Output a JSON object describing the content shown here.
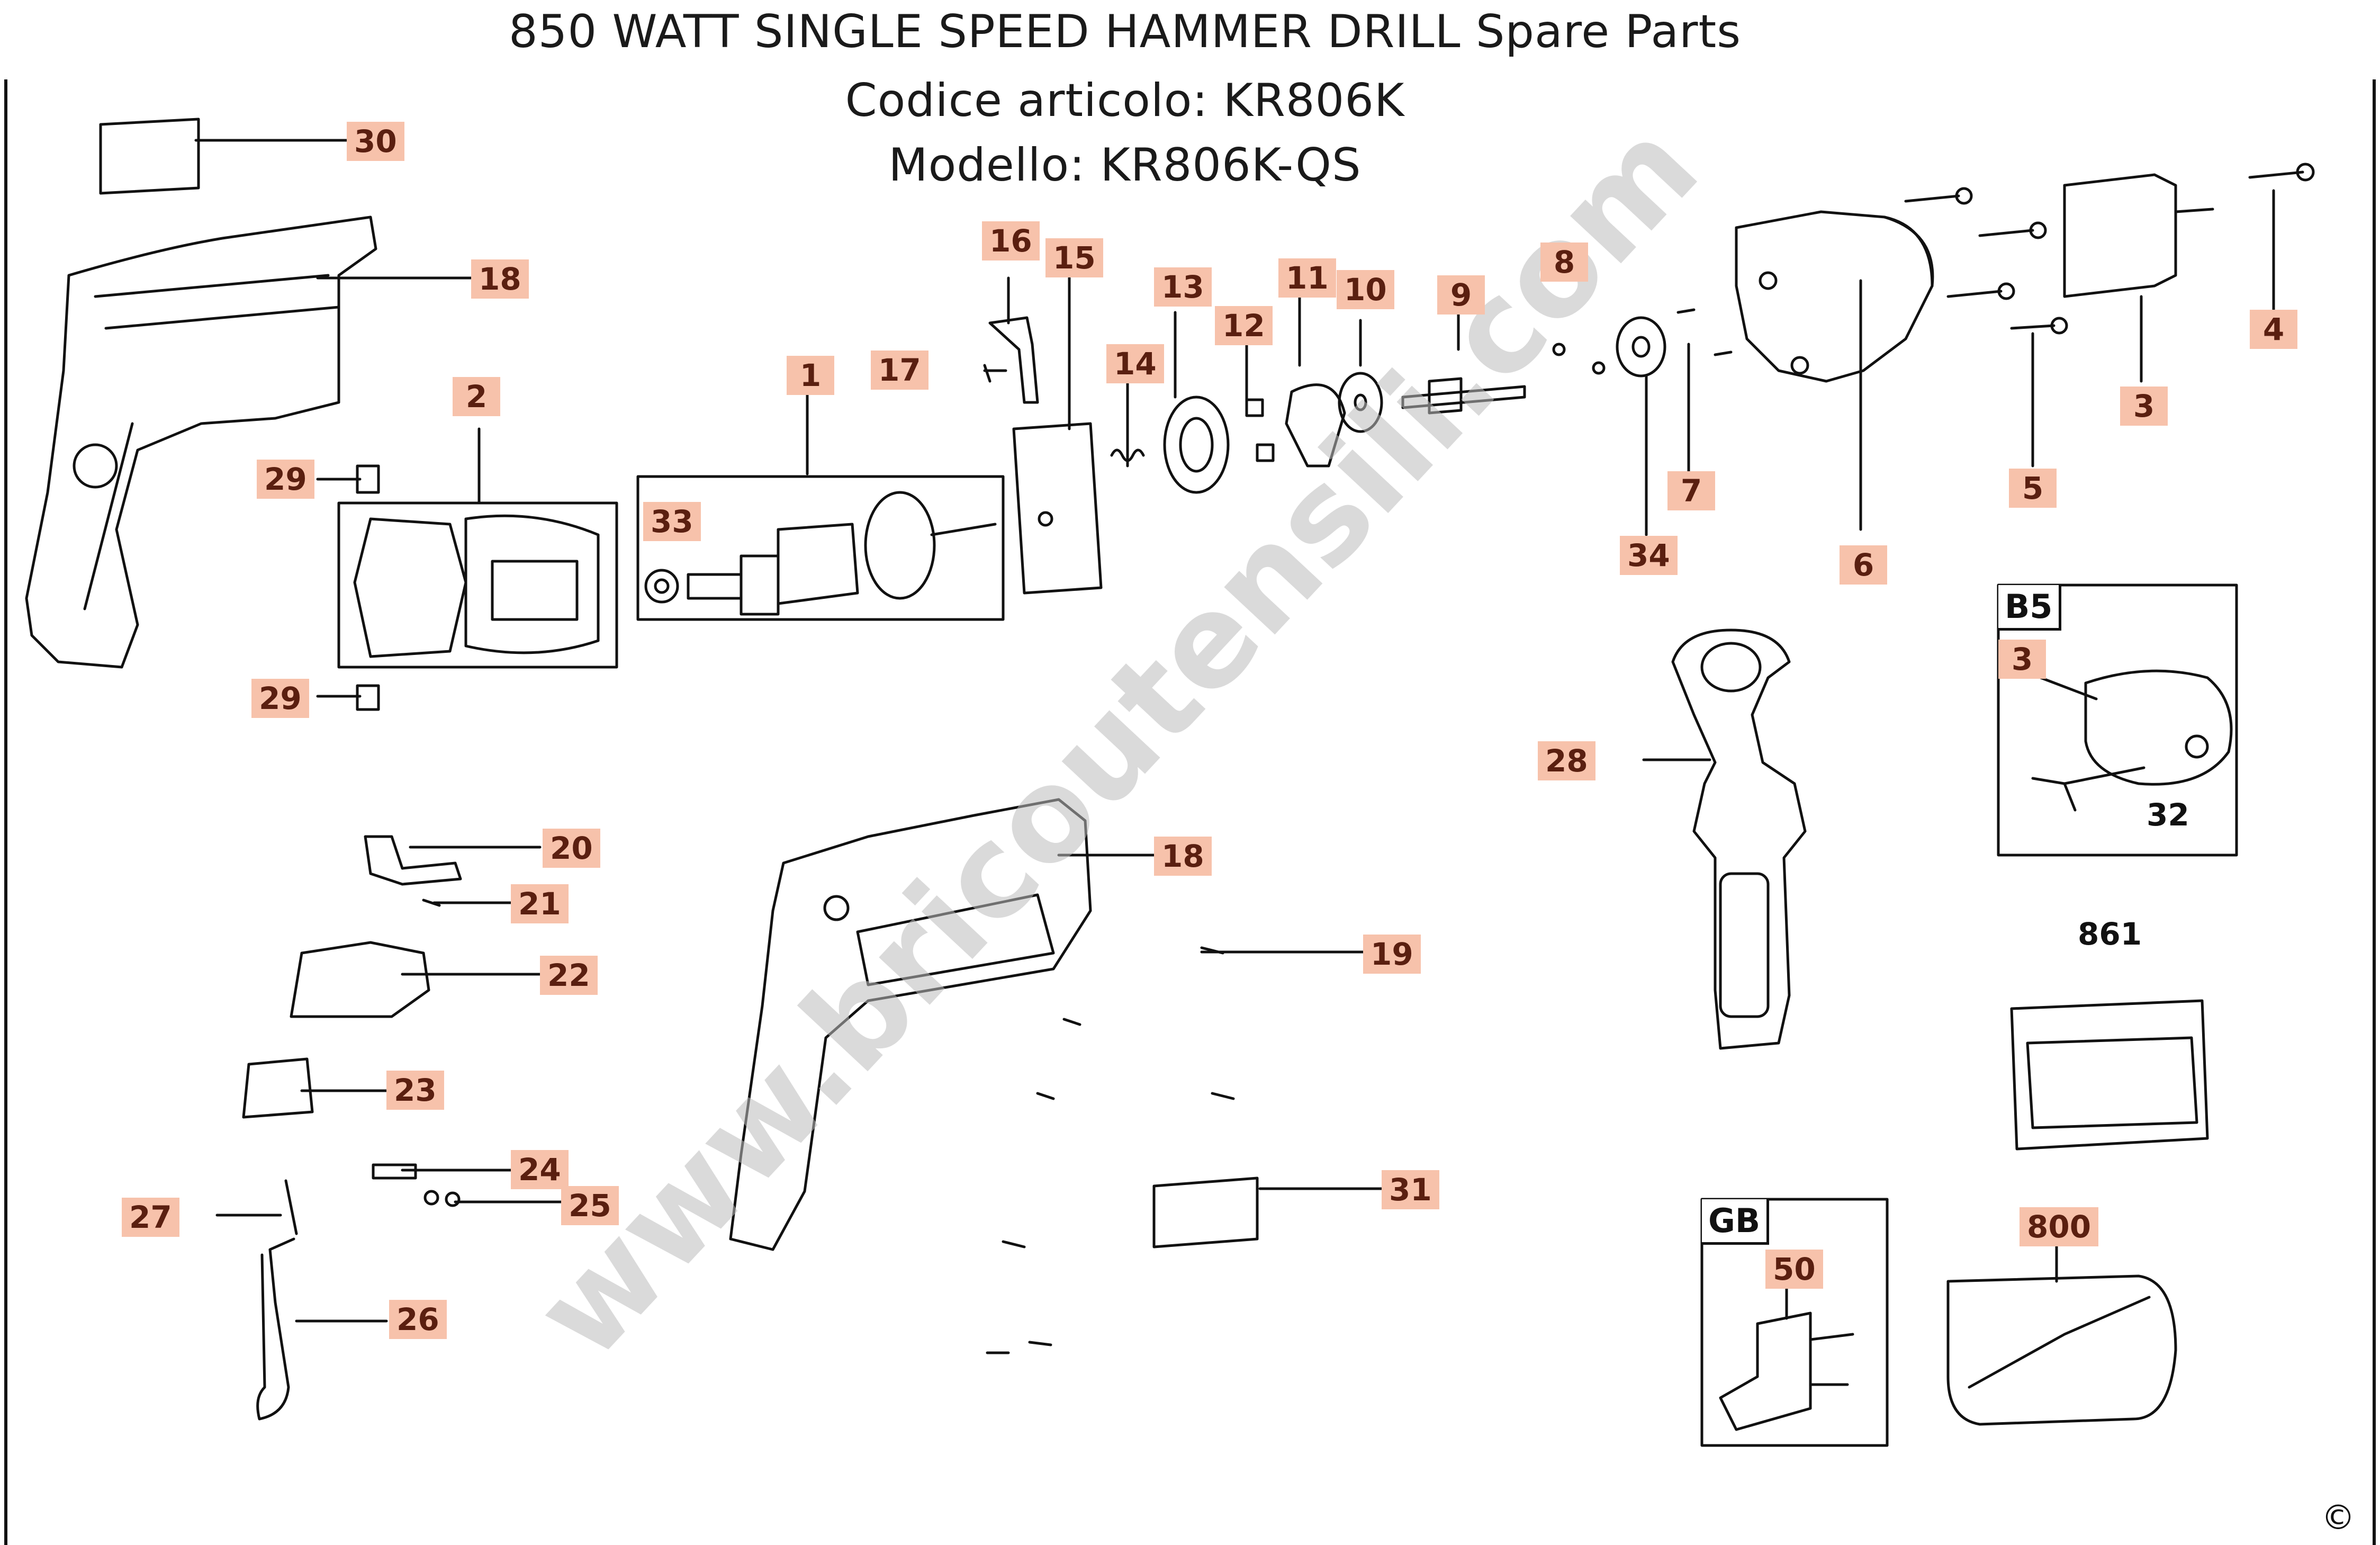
{
  "title": {
    "line1": "850 WATT SINGLE SPEED HAMMER DRILL Spare Parts",
    "line2": "Codice articolo: KR806K",
    "line3": "Modello: KR806K-QS"
  },
  "watermark": "www.bricoutensili.com",
  "callouts": {
    "p30": "30",
    "p18a": "18",
    "p2": "2",
    "p29a": "29",
    "p29b": "29",
    "p33": "33",
    "p1": "1",
    "p17": "17",
    "p16": "16",
    "p15": "15",
    "p14": "14",
    "p13": "13",
    "p12": "12",
    "p11": "11",
    "p10": "10",
    "p9": "9",
    "p8": "8",
    "p34": "34",
    "p7": "7",
    "p6": "6",
    "p5": "5",
    "p3a": "3",
    "p4": "4",
    "p3b": "3",
    "p28": "28",
    "p20": "20",
    "p21": "21",
    "p22": "22",
    "p23": "23",
    "p24": "24",
    "p25": "25",
    "p27": "27",
    "p26": "26",
    "p18b": "18",
    "p19": "19",
    "p31": "31",
    "p50": "50",
    "p800": "800"
  },
  "plain_labels": {
    "p32": "32",
    "p861": "861"
  },
  "box_labels": {
    "b5": "B5",
    "gb": "GB"
  },
  "copyright": "©"
}
